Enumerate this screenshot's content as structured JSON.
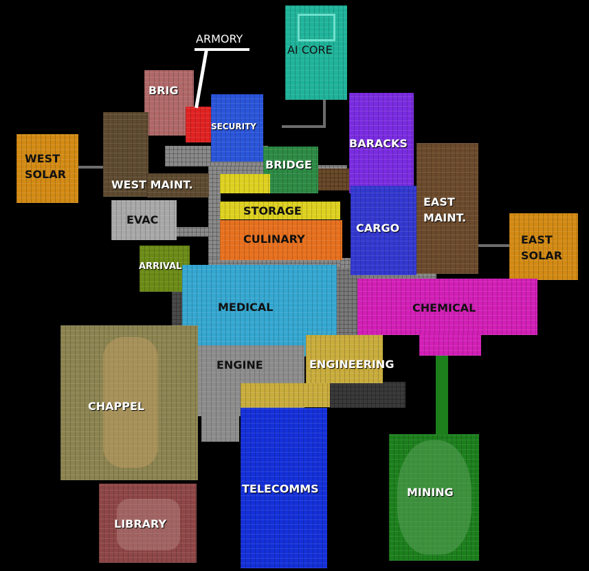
{
  "colors": {
    "solar": "#d28a14",
    "ai_core": "#1fb39a",
    "brig": "#b06868",
    "armory": "#e02222",
    "security": "#2a55d9",
    "bridge": "#2d8a44",
    "baracks": "#7a2ce0",
    "east_maint": "#6b4a2c",
    "west_maint": "#5e4a30",
    "evac": "#a8a8a8",
    "storage": "#ddd020",
    "culinary": "#e6701e",
    "cargo": "#3338cf",
    "arrival": "#6b8a16",
    "medical": "#35a7d0",
    "chemical": "#d21fb6",
    "engine": "#8c8c8c",
    "engineering": "#c8ac3c",
    "chappel": "#8c8450",
    "library": "#8e4646",
    "telecomms": "#1430d8",
    "mining": "#1c7f1c"
  },
  "labels": {
    "armory": "ARMORY",
    "ai_core": "AI CORE",
    "brig": "BRIG",
    "security": "SECURITY",
    "west_solar_1": "WEST",
    "west_solar_2": "SOLAR",
    "baracks": "BARACKS",
    "bridge": "BRIDGE",
    "west_maint": "WEST MAINT.",
    "east_maint_1": "EAST",
    "east_maint_2": "MAINT.",
    "east_solar_1": "EAST",
    "east_solar_2": "SOLAR",
    "storage": "STORAGE",
    "evac": "EVAC",
    "culinary": "CULINARY",
    "cargo": "CARGO",
    "arrival": "ARRIVAL",
    "medical": "MEDICAL",
    "chemical": "CHEMICAL",
    "engine": "ENGINE",
    "engineering": "ENGINEERING",
    "chappel": "CHAPPEL",
    "telecomms": "TELECOMMS",
    "mining": "MINING",
    "library": "LIBRARY"
  }
}
